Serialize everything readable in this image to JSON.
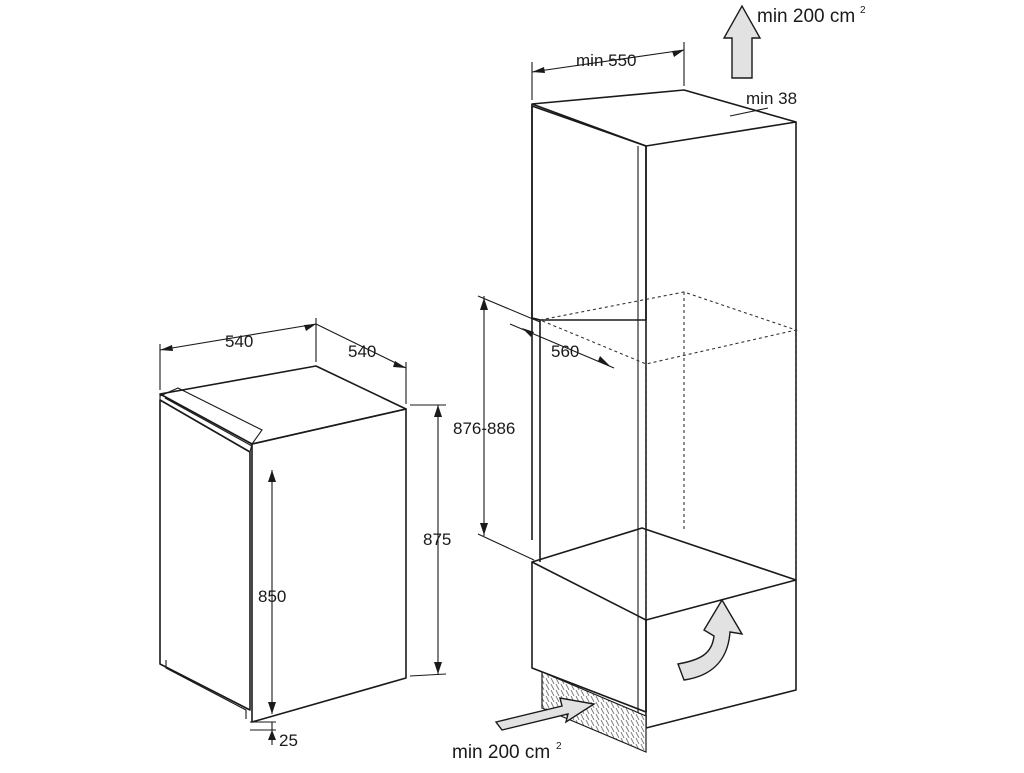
{
  "fridge": {
    "width_label": "540",
    "depth_label": "540",
    "height_label": "875",
    "door_height_label": "850",
    "plinth_label": "25"
  },
  "cabinet": {
    "width_label": "min 550",
    "top_gap_label": "min 38",
    "niche_height_label": "876-886",
    "niche_depth_label": "560",
    "vent_top_label": "min 200 cm",
    "vent_top_sup": "2",
    "vent_bottom_label": "min 200 cm",
    "vent_bottom_sup": "2"
  },
  "colors": {
    "door_gradient_start": "#bdbdbd",
    "door_gradient_end": "#f2f2f2",
    "arrow_fill": "#e2e2e2",
    "grille": "#777777"
  }
}
